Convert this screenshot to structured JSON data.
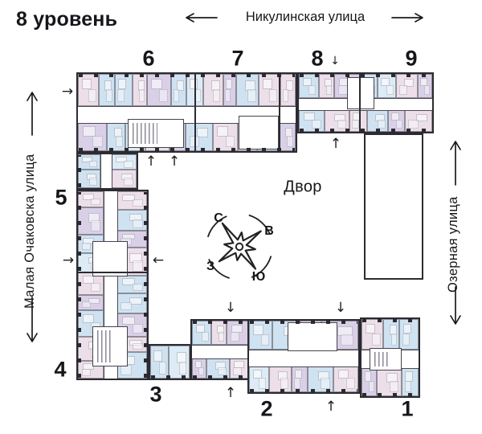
{
  "title": "8 уровень",
  "streets": {
    "top": "Никулинская улица",
    "left": "Малая Очаковска улица",
    "right": "Озерная улица"
  },
  "courtyard_label": "Двор",
  "compass": {
    "north": "С",
    "east": "В",
    "south": "Ю",
    "west": "З"
  },
  "section_labels": [
    "1",
    "2",
    "3",
    "4",
    "5",
    "6",
    "7",
    "8",
    "9"
  ],
  "icons": {
    "arrow_up": "↑",
    "arrow_down": "↓",
    "arrow_left": "←",
    "arrow_right": "→"
  },
  "plan": {
    "palette": [
      "#ecdfe9",
      "#cfe2f1",
      "#d9d0e7",
      "#dcebf5"
    ],
    "color_seq": [
      0,
      1,
      1,
      0,
      2,
      1,
      3,
      0,
      2,
      1,
      0,
      0,
      1,
      2,
      0,
      1,
      1,
      2,
      0,
      1
    ],
    "width_seq": [
      1.4,
      1,
      1.2,
      0.9,
      1.6,
      1,
      1.1,
      1.3,
      0.85,
      1.5
    ],
    "wall_color": "#45434c",
    "outline_color": "#2c2b31"
  }
}
